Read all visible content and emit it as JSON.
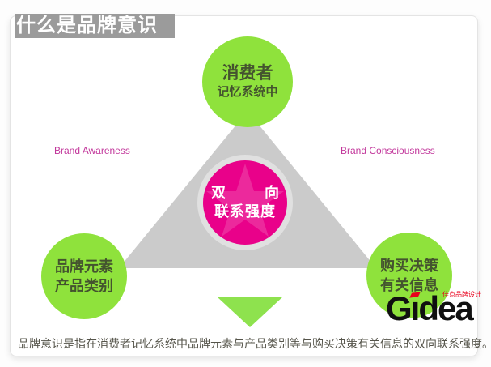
{
  "title": {
    "text": "什么是品牌意识"
  },
  "diagram": {
    "nodes": {
      "top": {
        "line1": "消费者",
        "line2": "记忆系统中"
      },
      "left": {
        "line1": "品牌元素",
        "line2": "产品类别"
      },
      "right": {
        "line1": "购买决策",
        "line2": "有关信息"
      },
      "center": {
        "line1_chars": [
          "双",
          "向"
        ],
        "line2": "联系强度"
      }
    },
    "labels": {
      "left": "Brand Awareness",
      "right": "Brand Consciousness"
    },
    "colors": {
      "node_green": "#8fe23c",
      "center_pink": "#e9018a",
      "triangle_gray": "#cbcbcb",
      "label_pink": "#c2379b",
      "arrow_green": "#8ee24e",
      "title_block_gray": "#9b9b9b"
    }
  },
  "caption": {
    "text": "品牌意识是指在消费者记忆系统中品牌元素与产品类别等与购买决策有关信息的双向联系强度。"
  },
  "logo": {
    "text": "Gidea",
    "display_parts": [
      "G",
      "ı",
      "dea"
    ],
    "tagline": "佳点品牌设计",
    "accent_color": "#e8001c"
  }
}
